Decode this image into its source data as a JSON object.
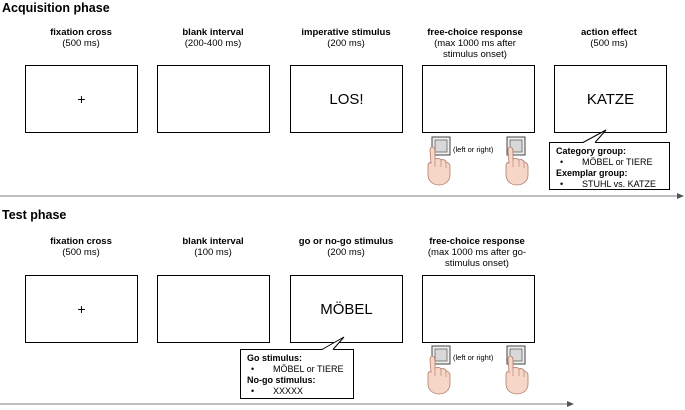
{
  "acquisition": {
    "title": "Acquisition phase",
    "steps": [
      {
        "title": "fixation cross",
        "sub": "(500 ms)",
        "content": "+"
      },
      {
        "title": "blank interval",
        "sub": "(200-400 ms)",
        "content": ""
      },
      {
        "title": "imperative stimulus",
        "sub": "(200 ms)",
        "content": "LOS!"
      },
      {
        "title": "free-choice response",
        "sub1": "(max 1000 ms after",
        "sub2": "stimulus onset)",
        "content": ""
      },
      {
        "title": "action effect",
        "sub": "(500 ms)",
        "content": "KATZE"
      }
    ],
    "key_label": "(left or right)",
    "callout": {
      "group1": "Category group:",
      "group1_item": "MÖBEL or TIERE",
      "group2": "Exemplar group:",
      "group2_item": "STUHL vs. KATZE"
    }
  },
  "test": {
    "title": "Test phase",
    "steps": [
      {
        "title": "fixation cross",
        "sub": "(500 ms)",
        "content": "+"
      },
      {
        "title": "blank interval",
        "sub": "(100 ms)",
        "content": ""
      },
      {
        "title": "go or no-go stimulus",
        "sub": "(200 ms)",
        "content": "MÖBEL"
      },
      {
        "title": "free-choice response",
        "sub1": "(max 1000 ms after go-",
        "sub2": "stimulus onset)",
        "content": ""
      }
    ],
    "key_label": "(left or right)",
    "callout": {
      "go": "Go stimulus:",
      "go_item": "MÖBEL or TIERE",
      "nogo": "No-go stimulus:",
      "nogo_item": "XXXXX"
    }
  },
  "bullet": "•"
}
